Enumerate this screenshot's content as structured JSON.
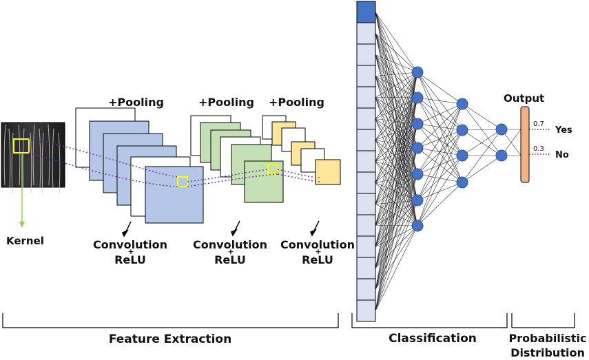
{
  "labels": {
    "pooling": "+Pooling",
    "convolution": "Convolution",
    "plus": "+",
    "relu": "ReLU",
    "kernel": "Kernel",
    "output": "Output",
    "out_yes_value": "0.7",
    "out_yes_label": "Yes",
    "out_no_value": "0.3",
    "out_no_label": "No",
    "feature_extraction": "Feature Extraction",
    "classification": "Classification",
    "prob_line1": "Probabilistic",
    "prob_line2": "Distribution"
  },
  "network": {
    "flatten_cells": 15,
    "layer_sizes": [
      7,
      4,
      2
    ]
  },
  "colors": {
    "blue_map": "#b4c7e7",
    "green_map": "#c5e0b4",
    "yellow_map": "#ffe699",
    "node": "#4472c4",
    "flatten_cell": "#dae1f2",
    "flatten_top": "#4472c4",
    "output_bar": "#f4b183",
    "kernel_box": "#ffff00",
    "kernel_arrow": "#92d050",
    "dotted": "#7030a0"
  }
}
